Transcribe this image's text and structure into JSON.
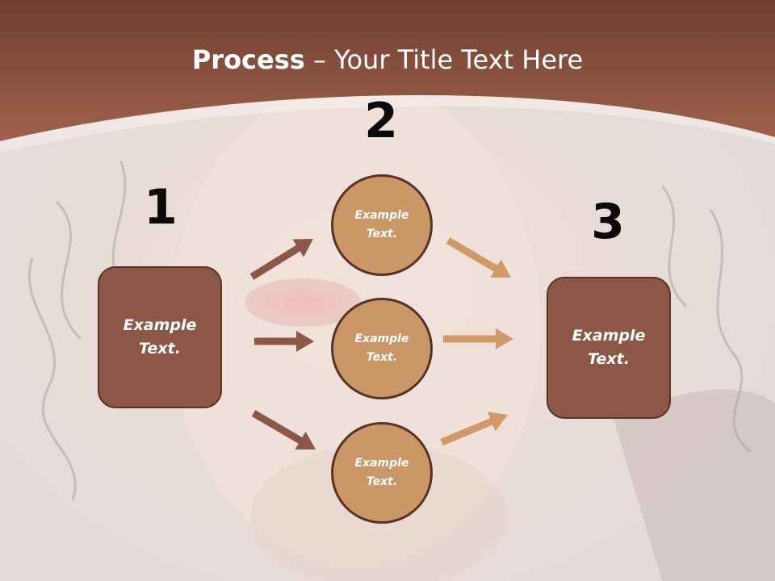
{
  "title": {
    "bold": "Process",
    "rest": " – Your Title Text Here"
  },
  "steps": [
    {
      "number": "1",
      "text": "Example Text."
    },
    {
      "number": "2",
      "text": "Example Text."
    },
    {
      "number": "3",
      "text": "Example Text."
    }
  ],
  "middle_nodes": [
    {
      "text": "Example Text."
    },
    {
      "text": "Example Text."
    },
    {
      "text": "Example Text."
    }
  ],
  "colors": {
    "header": "#8a4e3c",
    "box_fill": "#8c5747",
    "circle_fill": "#cc9766",
    "arrow_dark": "#8c5747",
    "arrow_light": "#cf9a67"
  }
}
